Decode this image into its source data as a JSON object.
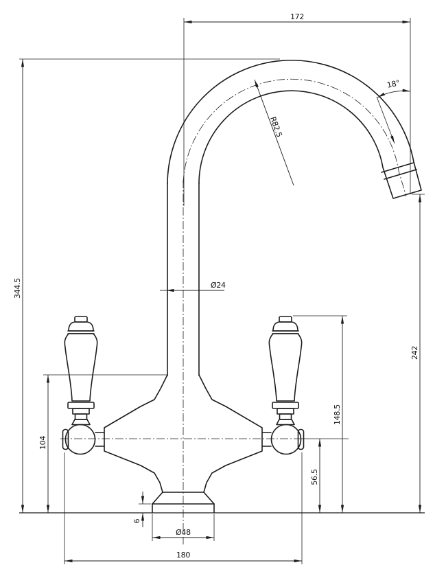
{
  "drawing": {
    "type": "technical-dimension-drawing",
    "subject": "traditional dual-lever mono kitchen tap, front elevation",
    "units": "mm",
    "background_color": "#ffffff",
    "line_color": "#1c1c1c",
    "dimensions": {
      "spout_reach": "172",
      "spout_end_angle": "18°",
      "spout_bend_radius": "R82.5",
      "spout_tube_diameter": "Ø24",
      "overall_height": "344.5",
      "spout_outlet_height": "242",
      "handle_top_height": "148.5",
      "valve_center_height": "56.5",
      "body_shoulder_height": "104",
      "base_collar_height": "6",
      "base_diameter": "Ø48",
      "overall_width": "180"
    }
  }
}
